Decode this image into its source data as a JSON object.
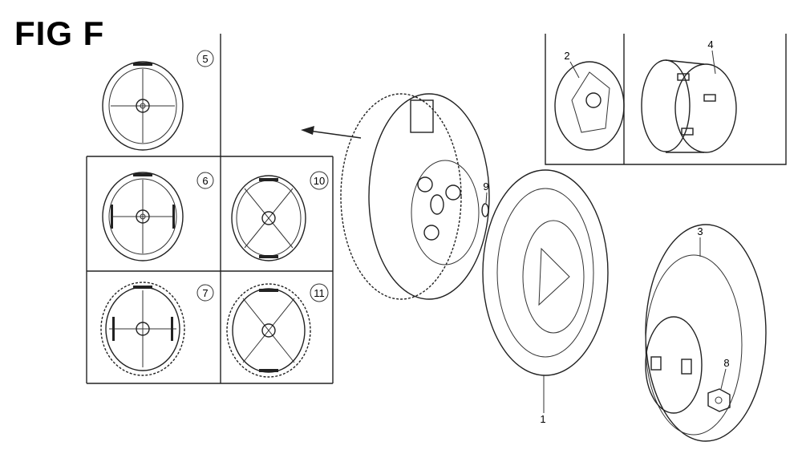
{
  "figure": {
    "title": "FIG F",
    "callouts": [
      "1",
      "2",
      "3",
      "4",
      "5",
      "6",
      "7",
      "8",
      "9",
      "10",
      "11"
    ]
  }
}
